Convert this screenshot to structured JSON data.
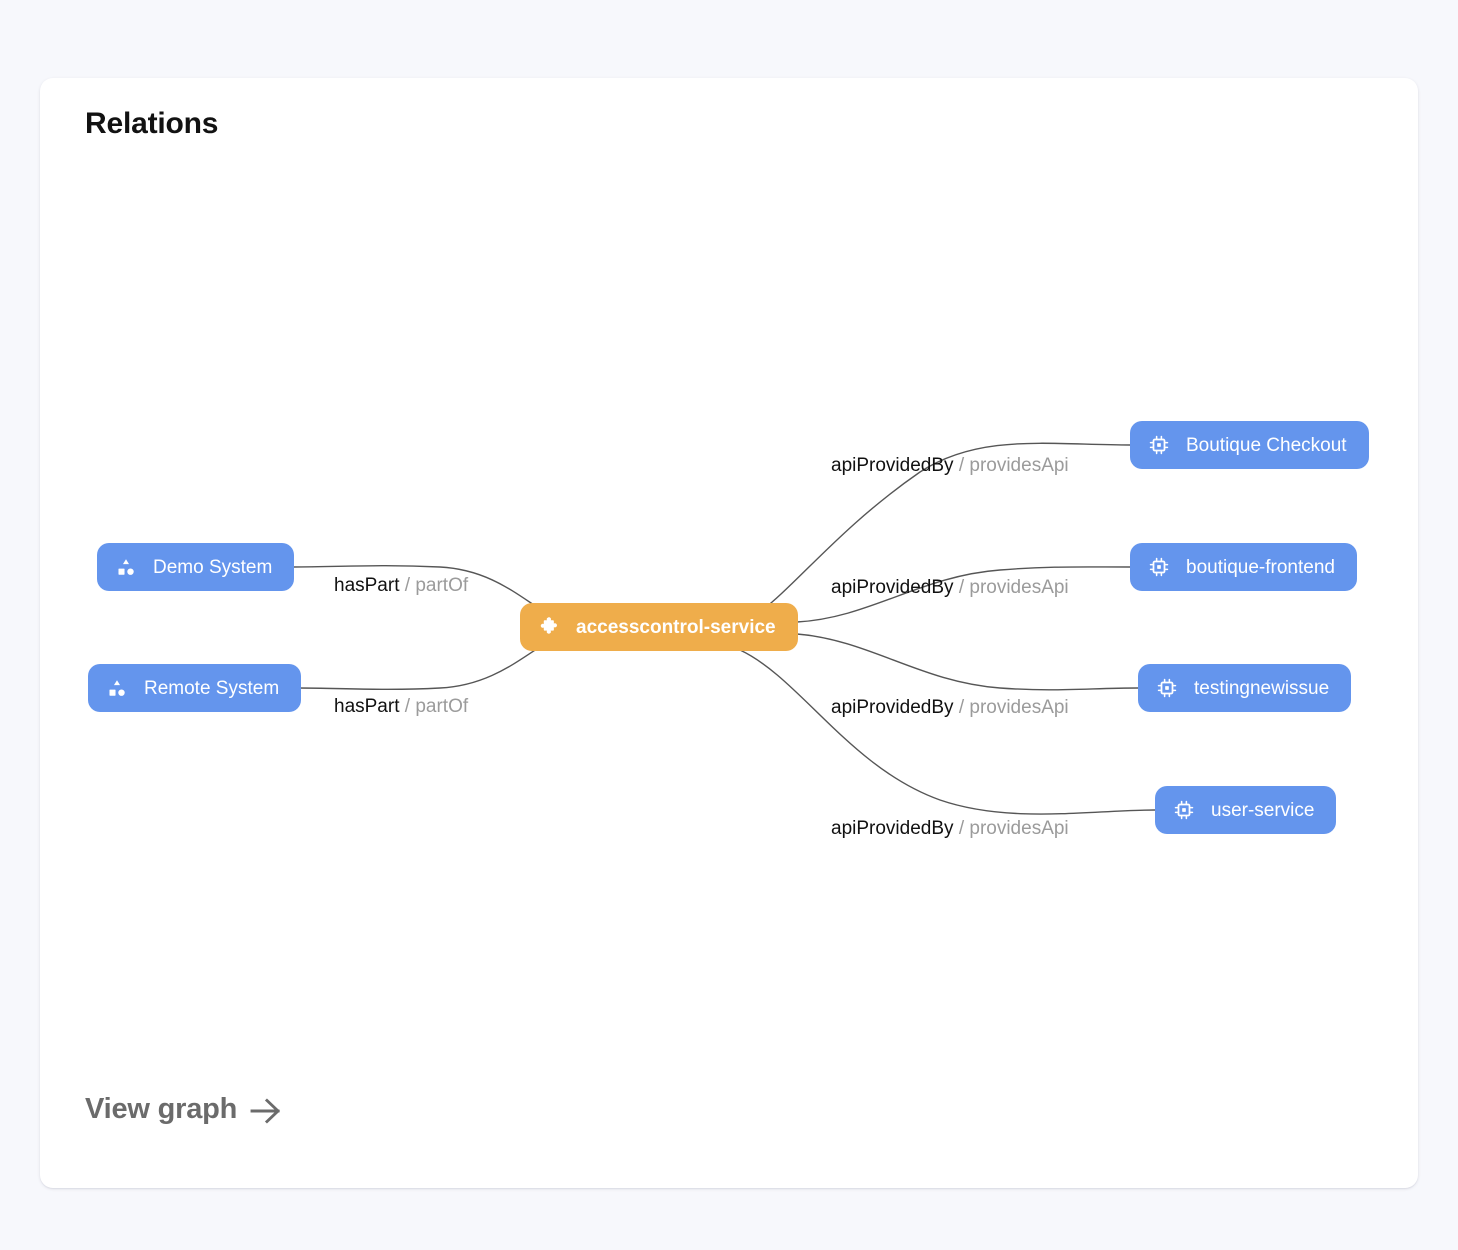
{
  "card": {
    "title": "Relations",
    "footer_link": "View graph",
    "footer_icon": "arrow-right-icon"
  },
  "colors": {
    "page_background": "#f7f8fc",
    "card_background": "#ffffff",
    "node_blue": "#6495ed",
    "node_orange": "#efad4b",
    "edge_stroke": "#565656",
    "label_forward": "#111111",
    "label_reverse": "#9b9b9b",
    "title_color": "#121212",
    "footer_color": "#6b6b6b"
  },
  "graph": {
    "center_node": {
      "label": "accesscontrol-service",
      "icon": "puzzle-piece-icon",
      "color": "#efad4b"
    },
    "left_nodes": [
      {
        "label": "Demo System",
        "icon": "system-shapes-icon",
        "color": "#6495ed"
      },
      {
        "label": "Remote System",
        "icon": "system-shapes-icon",
        "color": "#6495ed"
      }
    ],
    "right_nodes": [
      {
        "label": "Boutique Checkout",
        "icon": "cpu-chip-icon",
        "color": "#6495ed"
      },
      {
        "label": "boutique-frontend",
        "icon": "cpu-chip-icon",
        "color": "#6495ed"
      },
      {
        "label": "testingnewissue",
        "icon": "cpu-chip-icon",
        "color": "#6495ed"
      },
      {
        "label": "user-service",
        "icon": "cpu-chip-icon",
        "color": "#6495ed"
      }
    ],
    "edges": [
      {
        "forward": "apiProvidedBy",
        "separator": "/",
        "reverse": "providesApi",
        "target": "Boutique Checkout"
      },
      {
        "forward": "apiProvidedBy",
        "separator": "/",
        "reverse": "providesApi",
        "target": "boutique-frontend"
      },
      {
        "forward": "apiProvidedBy",
        "separator": "/",
        "reverse": "providesApi",
        "target": "testingnewissue"
      },
      {
        "forward": "apiProvidedBy",
        "separator": "/",
        "reverse": "providesApi",
        "target": "user-service"
      },
      {
        "forward": "hasPart",
        "separator": "/",
        "reverse": "partOf",
        "target": "Demo System"
      },
      {
        "forward": "hasPart",
        "separator": "/",
        "reverse": "partOf",
        "target": "Remote System"
      }
    ]
  }
}
